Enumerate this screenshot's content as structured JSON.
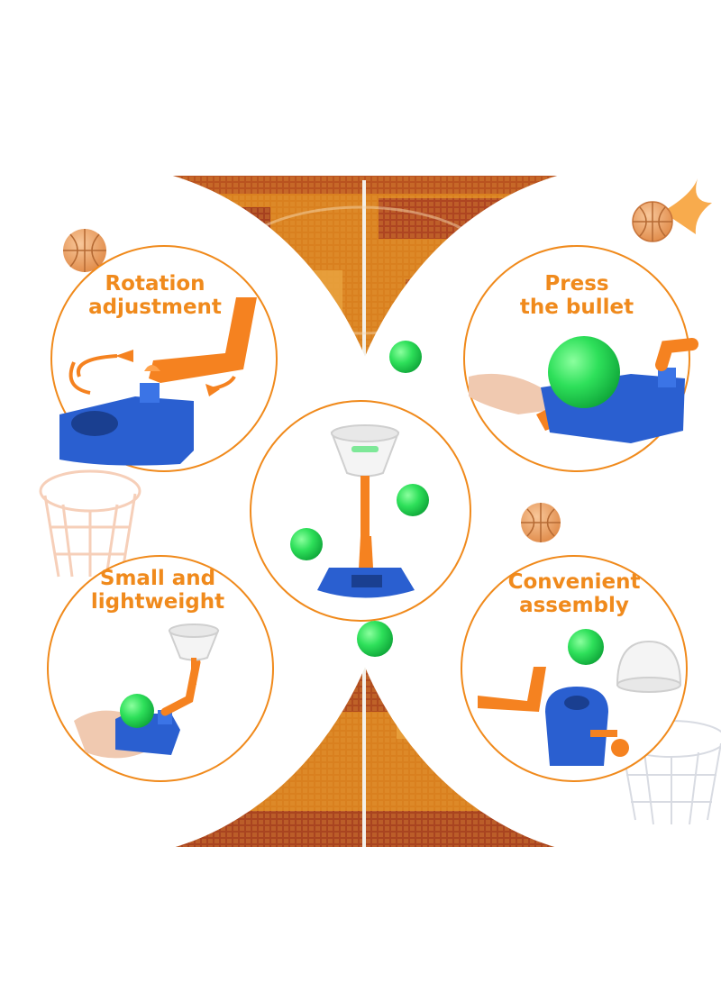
{
  "features": [
    {
      "id": "rotation",
      "line1": "Rotation",
      "line2": "adjustment"
    },
    {
      "id": "press",
      "line1": "Press",
      "line2": "the bullet"
    },
    {
      "id": "small",
      "line1": "Small and",
      "line2": "lightweight"
    },
    {
      "id": "assembly",
      "line1": "Convenient",
      "line2": "assembly"
    }
  ],
  "colors": {
    "label": "#f08a1c",
    "court_orange": "#d9801f",
    "court_red": "#9c3520",
    "court_yellow": "#efb14b",
    "toy_blue": "#2a5fd0",
    "toy_orange": "#f58220",
    "ball_green": "#2ee05a",
    "circle_border": "#f08a1c"
  }
}
